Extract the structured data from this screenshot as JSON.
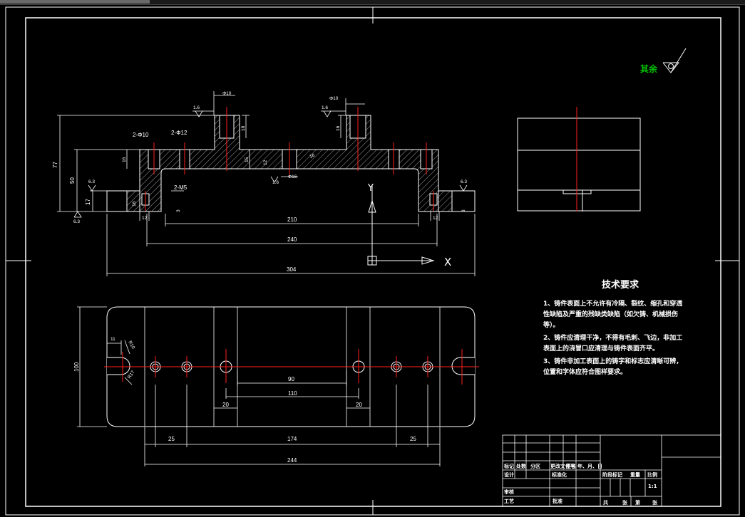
{
  "colors": {
    "background": "#000000",
    "line": "#ffffff",
    "center": "#ff2020",
    "note": "#00c000"
  },
  "roughness_note": "其余",
  "front_view": {
    "holes": {
      "left_small": "2-Φ10",
      "left_large": "2-Φ12",
      "thread": "2-M5",
      "center_top": "Φ16",
      "side_label": "Φ10"
    },
    "roughness": {
      "r1": "1.6",
      "r2": "1.6",
      "r3": "6.3",
      "r4": "6.3",
      "r5": "6.3",
      "r6": "1.6"
    },
    "dims": {
      "h77": "77",
      "h50": "50",
      "h17": "17",
      "h16a": "16",
      "h16b": "16",
      "h16c": "16",
      "h15": "15",
      "h12": "12",
      "w210": "210",
      "w240": "240",
      "w304": "304",
      "w12a": "12",
      "w12b": "12",
      "w3a": "3",
      "w3b": "3",
      "w16": "16",
      "h18": "18"
    },
    "axis_x": "X",
    "axis_y": "Y"
  },
  "top_view": {
    "dims": {
      "h100": "100",
      "w11": "11",
      "r10": "R10",
      "r17": "R17",
      "w90": "90",
      "w110": "110",
      "w20a": "20",
      "w20b": "20",
      "w25a": "25",
      "w174": "174",
      "w25b": "25",
      "w244": "244"
    }
  },
  "requirements": {
    "title": "技术要求",
    "items": [
      "1、铸件表面上不允许有冷隔、裂纹、缩孔和穿透",
      "性缺陷及严重的残缺类缺陷（如欠铸、机械损伤",
      "等）。",
      "2、铸件应清理干净，不得有毛刺、飞边，非加工",
      "表面上的浇冒口应清理与铸件表面齐平。",
      "3、铸件非加工表面上的铸字和标志应清晰可辨，",
      "位置和字体应符合图样要求。"
    ]
  },
  "title_block": {
    "row1": [
      "标记",
      "处数",
      "分区",
      "更改文件号",
      "签名",
      "年、月、日"
    ],
    "design": "设计",
    "standard": "标准化",
    "stage_hdr": [
      "阶段标记",
      "重量",
      "比例"
    ],
    "scale": "1:1",
    "review": "审核",
    "process": "工艺",
    "approve": "批准",
    "sheets": [
      "共",
      "张",
      "第",
      "张"
    ]
  }
}
